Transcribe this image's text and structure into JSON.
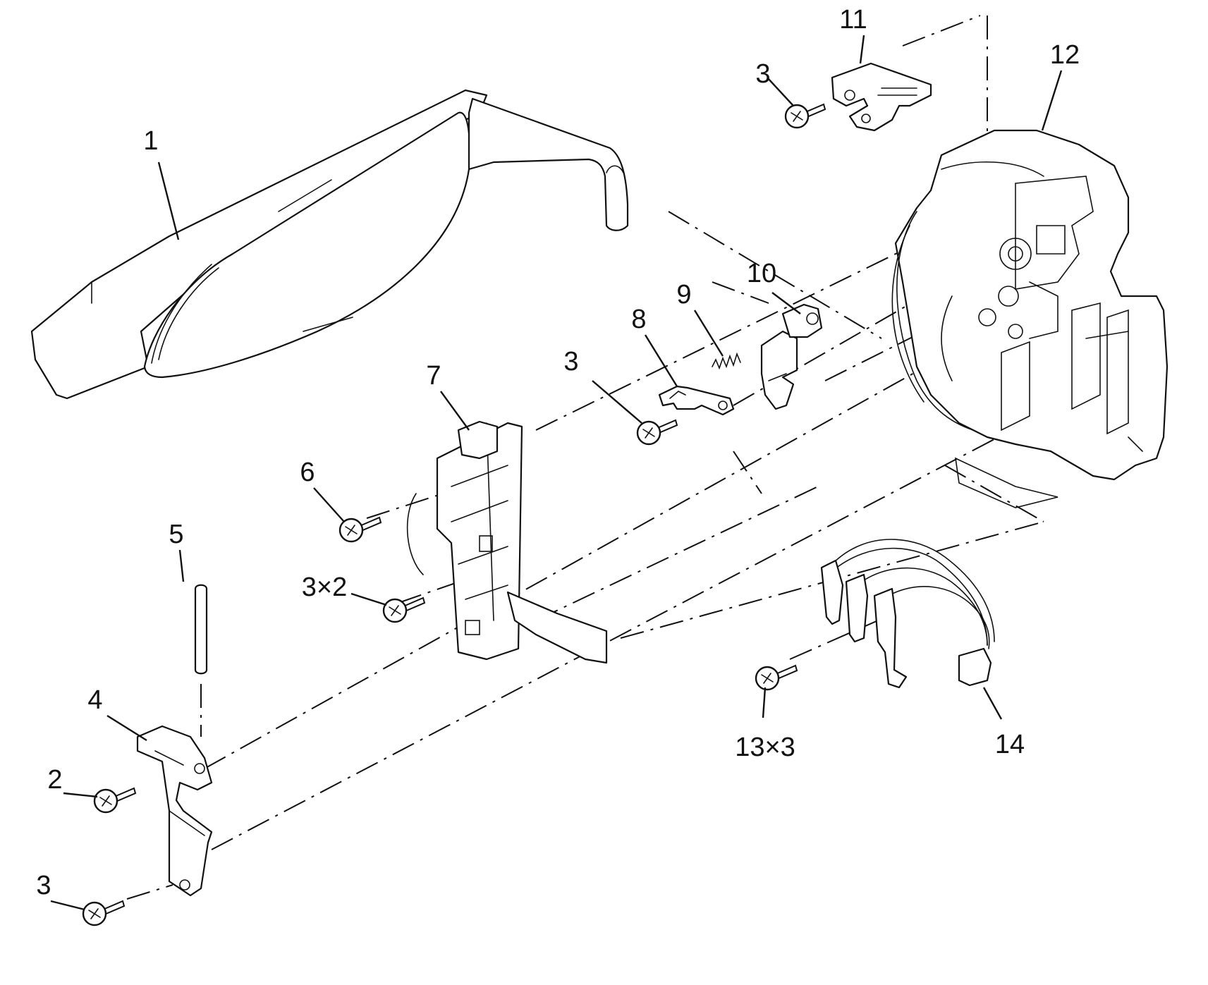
{
  "callouts": {
    "p1": "1",
    "p2": "2",
    "p3a": "3",
    "p3b": "3",
    "p3c": "3",
    "p3x2": "3×2",
    "p4": "4",
    "p5": "5",
    "p6": "6",
    "p7": "7",
    "p8": "8",
    "p9": "9",
    "p10": "10",
    "p11": "11",
    "p12": "12",
    "p13x3": "13×3",
    "p14": "14"
  }
}
